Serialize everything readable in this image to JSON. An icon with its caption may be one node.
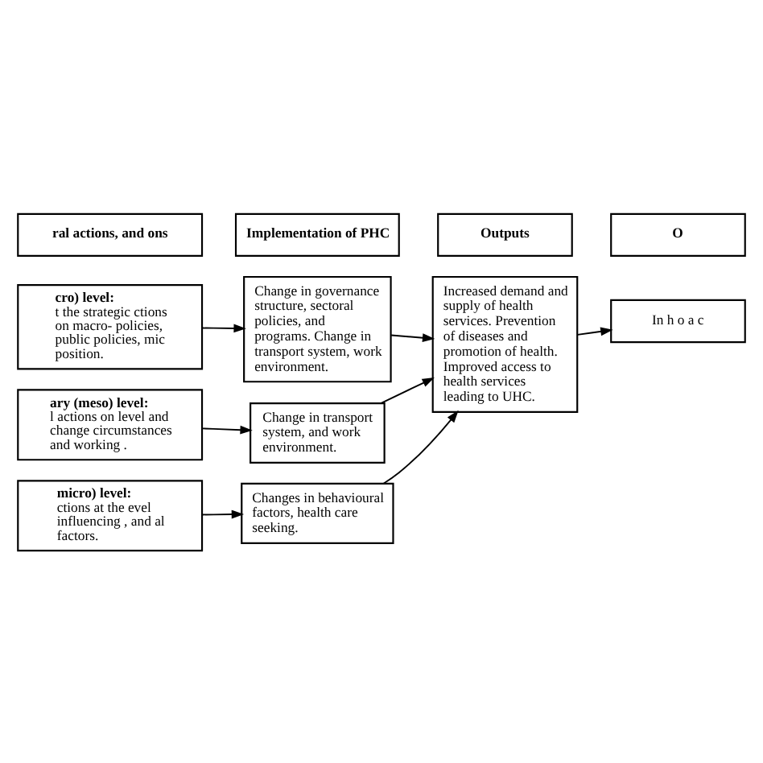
{
  "diagram": {
    "nodes": [
      {
        "text": [
          "ral actions, and ons"
        ]
      },
      {
        "text": [
          "Implementation of PHC"
        ]
      },
      {
        "text": [
          "Outputs"
        ]
      },
      {
        "text": [
          "O"
        ]
      },
      {
        "text": [
          "cro) level:",
          "t the strategic ctions on macro- policies, public policies, mic position."
        ]
      },
      {
        "text": [
          "ary (meso) level:",
          "l actions on level and change circumstances and working ."
        ]
      },
      {
        "text": [
          "micro) level:",
          "ctions at the evel influencing , and al factors."
        ]
      },
      {
        "text": [
          "Change in governance structure, sectoral policies, and programs. Change in transport system, work environment."
        ]
      },
      {
        "text": [
          "Change in transport system, and work environment."
        ]
      },
      {
        "text": [
          "Changes in behavioural factors, health care seeking."
        ]
      },
      {
        "text": [
          "Increased demand and supply of health services. Prevention of diseases and promotion of health. Improved access to health services leading to UHC."
        ]
      },
      {
        "text": [
          "In h o a c"
        ]
      }
    ],
    "edges": [
      {
        "from": 4,
        "to": 7,
        "arrow": "to"
      },
      {
        "from": 5,
        "to": 8,
        "arrow": "to"
      },
      {
        "from": 6,
        "to": 9,
        "arrow": "to"
      },
      {
        "from": 7,
        "to": 10,
        "arrow": "to"
      },
      {
        "from": 8,
        "to": 10,
        "arrow": "to"
      },
      {
        "from": 9,
        "to": 10,
        "arrow": "to"
      },
      {
        "from": 10,
        "to": 11,
        "arrow": "to"
      }
    ]
  }
}
